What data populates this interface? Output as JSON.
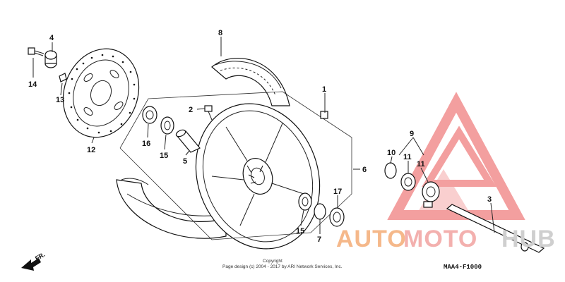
{
  "labels": {
    "p1": "1",
    "p2": "2",
    "p3": "3",
    "p4": "4",
    "p5": "5",
    "p6": "6",
    "p7": "7",
    "p8": "8",
    "p9": "9",
    "p10": "10",
    "p11a": "11",
    "p11b": "11",
    "p12": "12",
    "p13": "13",
    "p14": "14",
    "p15a": "15",
    "p15b": "15",
    "p16": "16",
    "p17": "17"
  },
  "copyright": {
    "line1": "Copyright",
    "line2": "Page design (c) 2004 - 2017 by ARI Network Services, Inc."
  },
  "diagram_code": "MAA4-F1000",
  "direction": "FR.",
  "watermark": {
    "text_a": "AUTO",
    "text_b": "MOTO",
    "text_c": "HUB",
    "color_a": "#f5b88a",
    "color_b": "#f3b0ae",
    "color_c": "#cfcfcf",
    "logo_color": "#f08080"
  }
}
